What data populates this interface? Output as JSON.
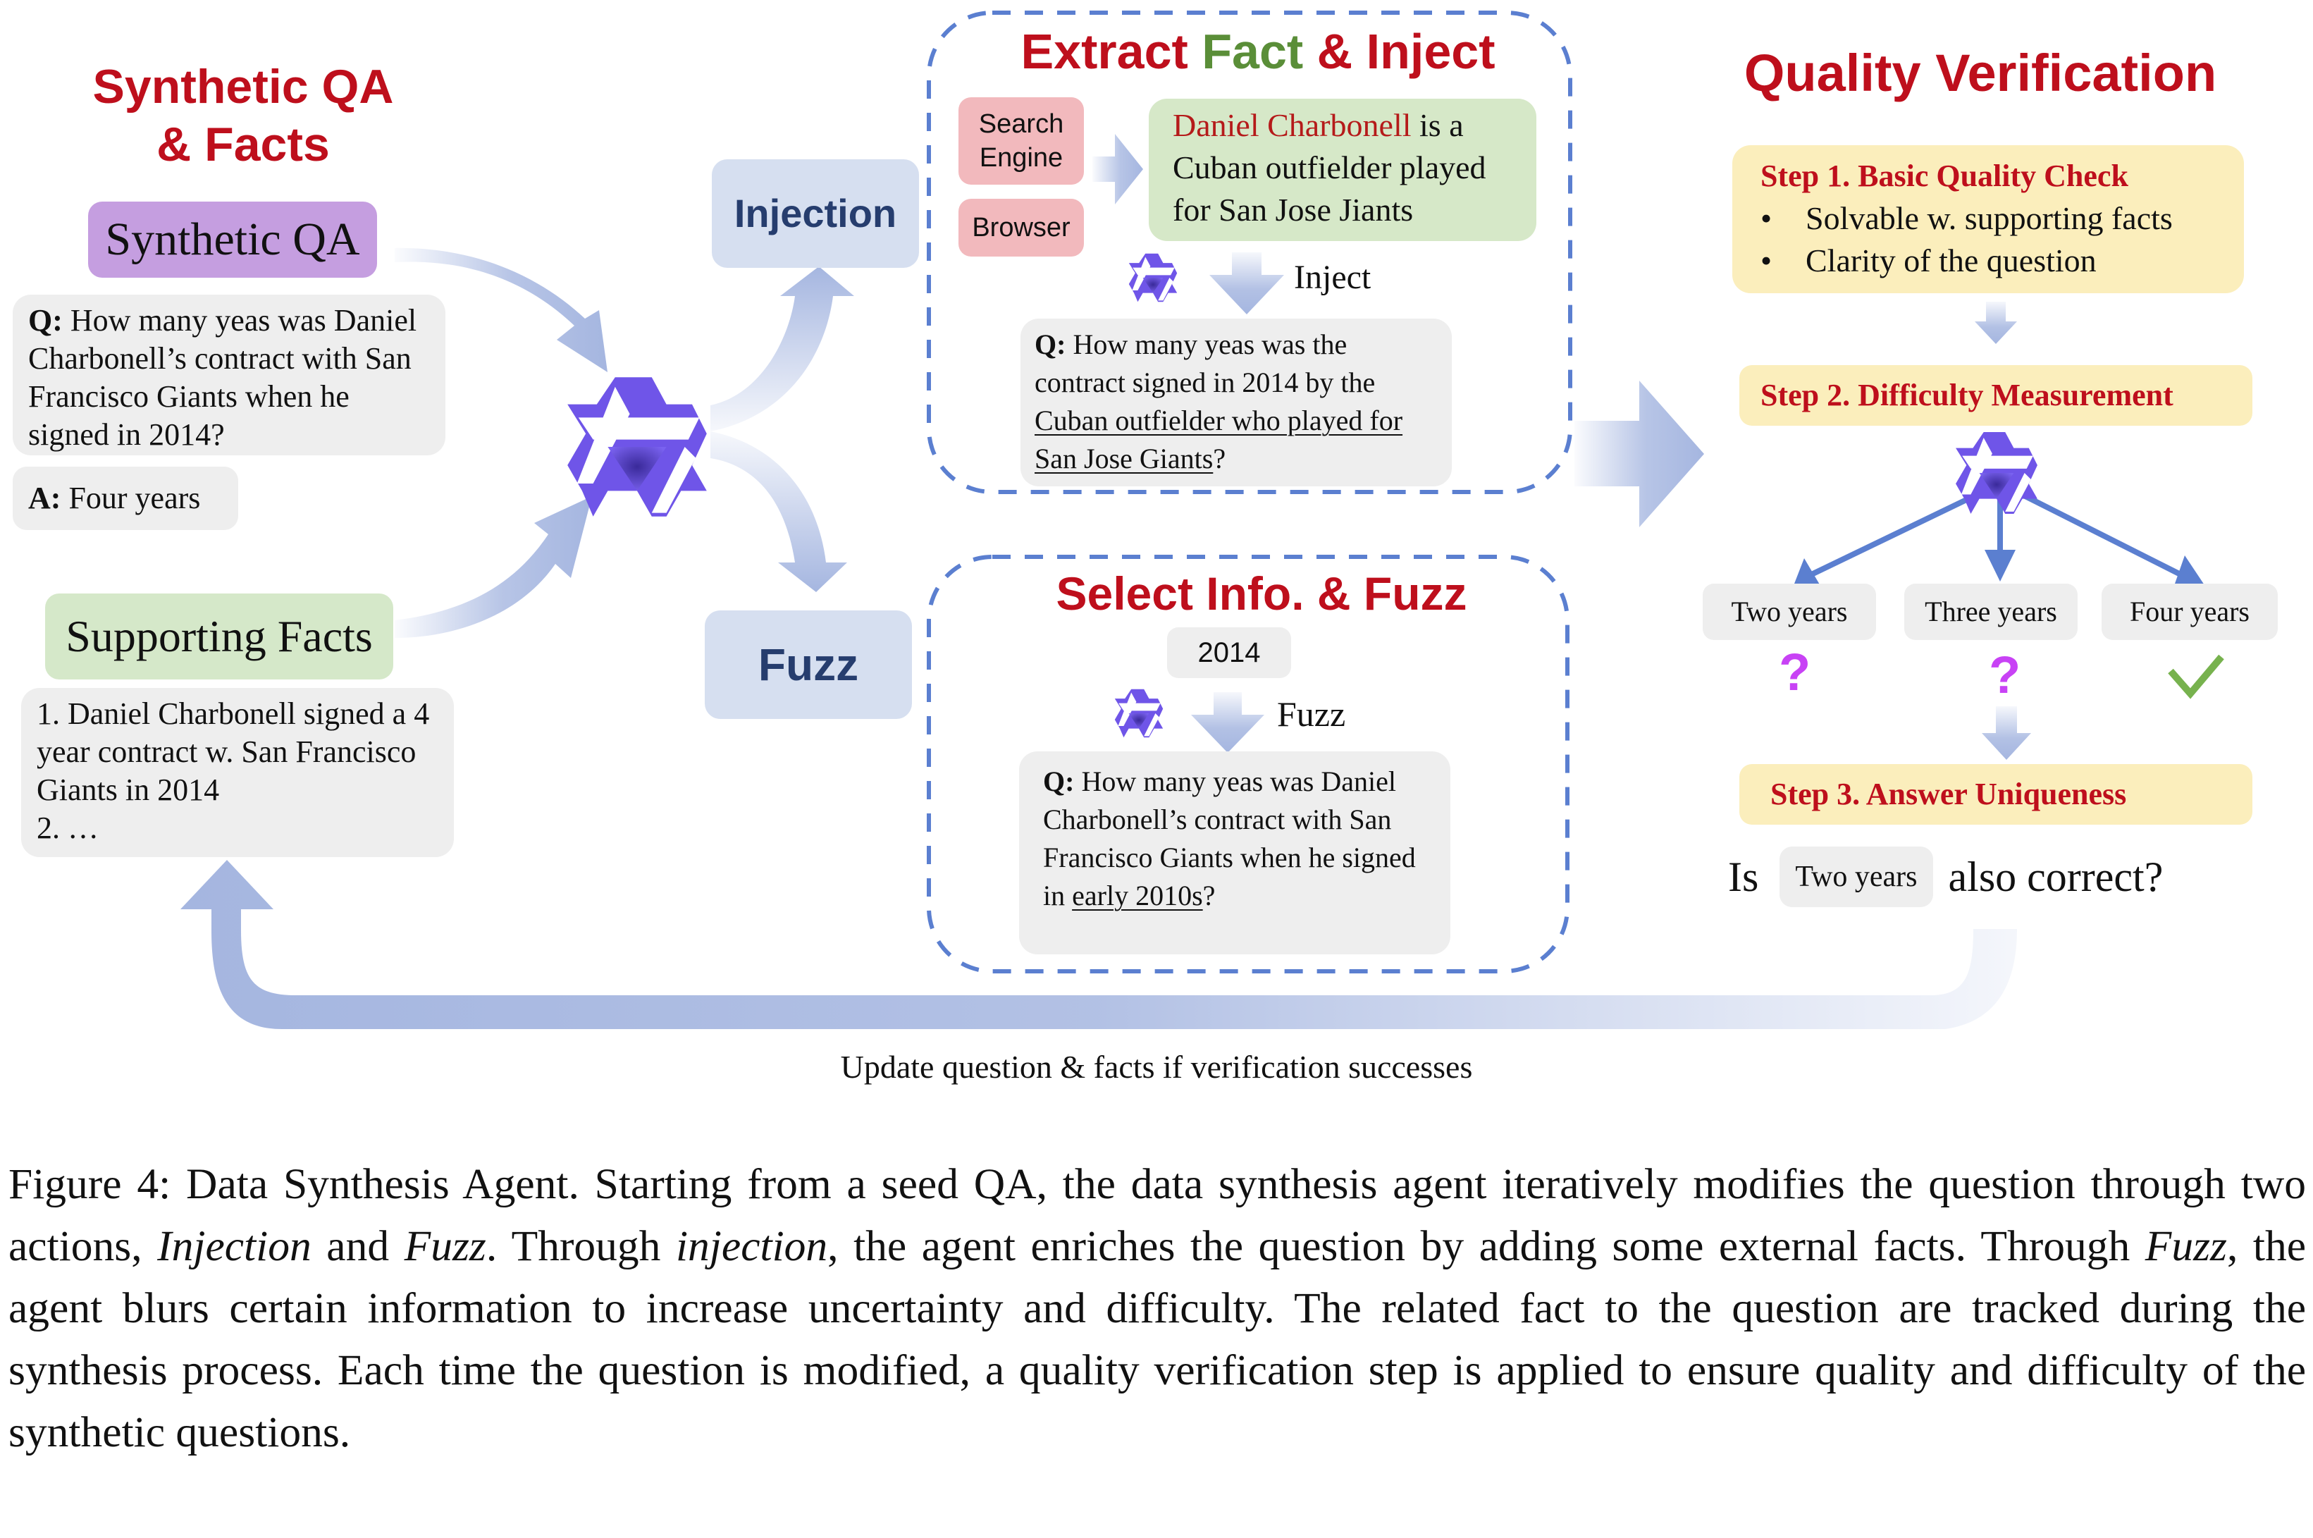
{
  "left_panel": {
    "title_line1": "Synthetic QA",
    "title_line2": "& Facts",
    "synthetic_qa_label": "Synthetic QA",
    "question_prefix": "Q:",
    "question_text": "How many yeas was Daniel Charbonell’s contract with San Francisco Giants when he signed in 2014?",
    "answer_prefix": "A:",
    "answer_text": "Four years",
    "supporting_facts_label": "Supporting Facts",
    "facts": [
      "1. Daniel Charbonell signed a 4 year contract w. San Francisco Giants in 2014",
      "2. …"
    ]
  },
  "agent": {
    "icon": "agent-logo-icon"
  },
  "actions": {
    "injection_label": "Injection",
    "fuzz_label": "Fuzz"
  },
  "extract_panel": {
    "title_part1": "Extract",
    "title_part2": "Fact",
    "title_part3": "& Inject",
    "tool_search_engine": "Search Engine",
    "tool_browser": "Browser",
    "fact_highlight": "Daniel Charbonell",
    "fact_rest": " is a Cuban outfielder played for San Jose Jiants",
    "step_label": "Inject",
    "question_prefix": "Q:",
    "question_plain": " How many yeas was the contract signed in 2014 by the ",
    "question_underlined": "Cuban outfielder who played for San Jose Giants",
    "question_end": "?"
  },
  "fuzz_panel": {
    "title": "Select Info. & Fuzz",
    "selected_info": "2014",
    "step_label": "Fuzz",
    "question_prefix": "Q:",
    "question_plain": " How many yeas was Daniel Charbonell’s contract with San Francisco Giants when he signed in ",
    "question_underlined": "early 2010s",
    "question_end": "?"
  },
  "quality_panel": {
    "title": "Quality Verification",
    "step1_title": "Step 1. Basic Quality Check",
    "step1_bullets": [
      "Solvable w. supporting facts",
      "Clarity of the question"
    ],
    "step2_title": "Step 2. Difficulty Measurement",
    "candidates": [
      {
        "label": "Two years",
        "status": "uncertain",
        "mark": "?"
      },
      {
        "label": "Three years",
        "status": "uncertain",
        "mark": "?"
      },
      {
        "label": "Four years",
        "status": "correct",
        "mark": "check"
      }
    ],
    "step3_title": "Step 3. Answer Uniqueness",
    "uniqueness_prefix": "Is",
    "uniqueness_chip": "Two years",
    "uniqueness_suffix": "also correct?"
  },
  "loop_label": "Update question & facts if verification successes",
  "caption": {
    "p1": "Figure 4: Data Synthesis Agent. Starting from a seed QA, the data synthesis agent iteratively modifies the question through two actions, ",
    "i1": "Injection",
    "p2": " and ",
    "i2": "Fuzz",
    "p3": ".  Through ",
    "i3": "injection",
    "p4": ", the agent enriches the question by adding some external facts. Through ",
    "i4": "Fuzz",
    "p5": ", the agent blurs certain information to increase uncertainty and difficulty. The related fact to the question are tracked during the synthesis process. Each time the question is modified, a quality verification step is applied to ensure quality and difficulty of the synthetic questions."
  },
  "colors": {
    "title_red": "#be0f1c",
    "title_green": "#5a8e38",
    "arrow_blue": "#a5b6e0",
    "dashed_border": "#5b7fd0",
    "action_box": "#d6dff0",
    "action_text": "#263d6e",
    "agent_purple": "#6f55e8",
    "qmark_purple": "#c842f5",
    "check_green": "#77b24e",
    "yellow_box": "#fbeebc"
  }
}
